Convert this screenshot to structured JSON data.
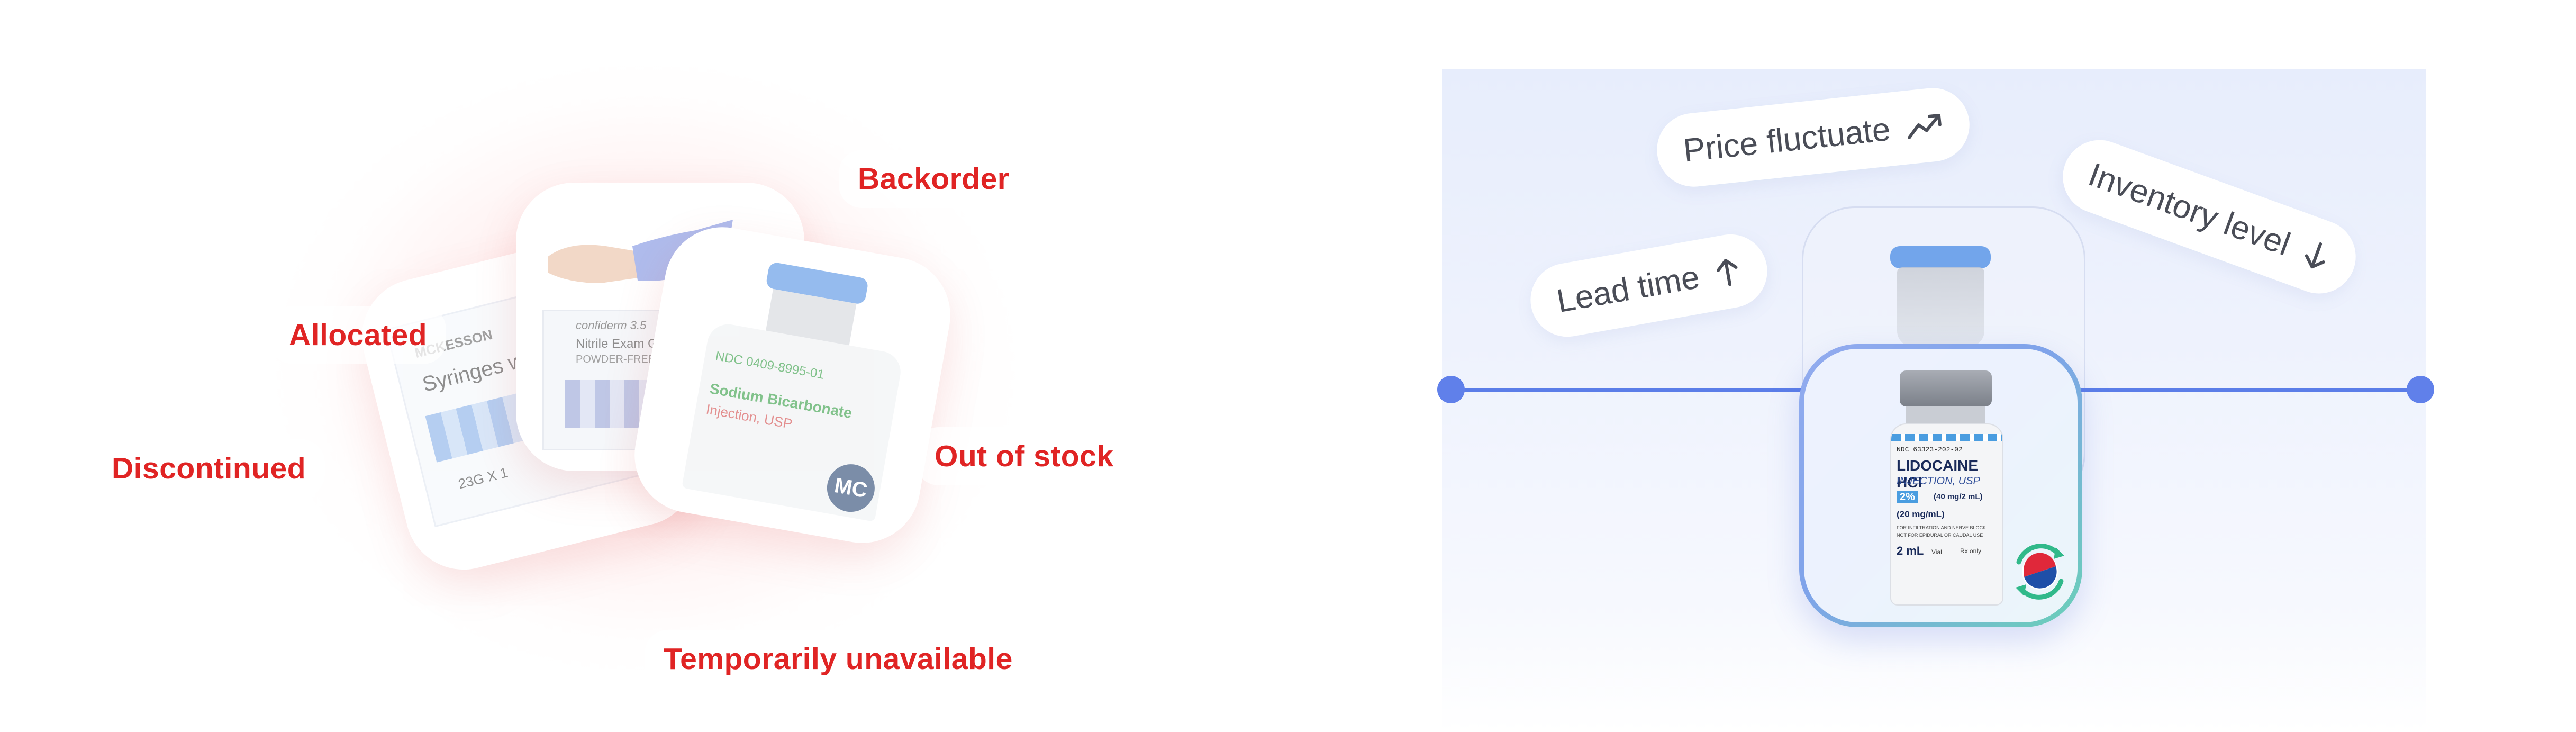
{
  "left_panel": {
    "status_labels": {
      "backorder": "Backorder",
      "allocated": "Allocated",
      "discontinued": "Discontinued",
      "out_of_stock": "Out of stock",
      "temporarily_unavailable": "Temporarily unavailable"
    },
    "products": {
      "syringe_box": {
        "brand": "MCKESSON",
        "name": "Syringes with",
        "size": "23G X 1"
      },
      "glove_box": {
        "brand": "confiderm 3.5",
        "name": "Nitrile Exam Gloves",
        "sub": "POWDER-FREE"
      },
      "vial": {
        "ndc": "NDC 0409-8995-01",
        "line1": "Sodium Bicarbonate",
        "line2": "Injection, USP",
        "badge": "MC"
      }
    }
  },
  "right_panel": {
    "tags": {
      "price": "Price fluctuate",
      "lead_time": "Lead time",
      "inventory": "Inventory level"
    },
    "vial_label": {
      "ndc": "NDC 63323-202-02",
      "name": "LIDOCAINE HCl",
      "sub": "INJECTION, USP",
      "percent": "2%",
      "strength": "(40 mg/2 mL)",
      "conc": "(20 mg/mL)",
      "note1": "FOR INFILTRATION AND NERVE BLOCK",
      "note2": "NOT FOR EPIDURAL OR CAUDAL USE",
      "volume": "2 mL",
      "vial": "Vial",
      "rx": "Rx only"
    },
    "accent_color": "#5b7de8"
  }
}
